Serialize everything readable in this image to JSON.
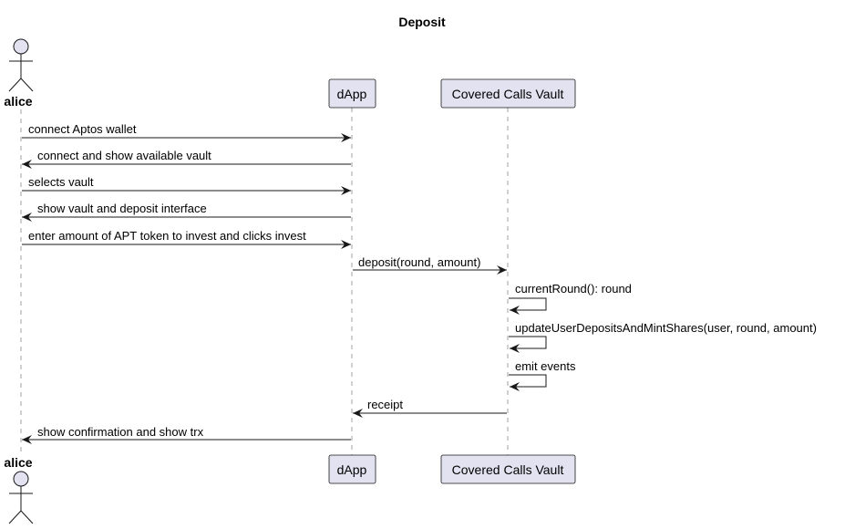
{
  "diagram": {
    "title": "Deposit",
    "participants": {
      "alice": {
        "label": "alice"
      },
      "dapp": {
        "label": "dApp"
      },
      "vault": {
        "label": "Covered Calls Vault"
      }
    },
    "messages": [
      {
        "from": "alice",
        "to": "dapp",
        "label": "connect Aptos wallet"
      },
      {
        "from": "dapp",
        "to": "alice",
        "label": "connect and show available vault"
      },
      {
        "from": "alice",
        "to": "dapp",
        "label": "selects vault"
      },
      {
        "from": "dapp",
        "to": "alice",
        "label": "show vault and deposit interface"
      },
      {
        "from": "alice",
        "to": "dapp",
        "label": "enter amount of APT token to invest and clicks invest"
      },
      {
        "from": "dapp",
        "to": "vault",
        "label": "deposit(round, amount)"
      },
      {
        "from": "vault",
        "to": "vault",
        "label": "currentRound(): round"
      },
      {
        "from": "vault",
        "to": "vault",
        "label": "updateUserDepositsAndMintShares(user, round, amount)"
      },
      {
        "from": "vault",
        "to": "vault",
        "label": "emit events"
      },
      {
        "from": "vault",
        "to": "dapp",
        "label": "receipt"
      },
      {
        "from": "dapp",
        "to": "alice",
        "label": "show confirmation and show trx"
      }
    ]
  }
}
